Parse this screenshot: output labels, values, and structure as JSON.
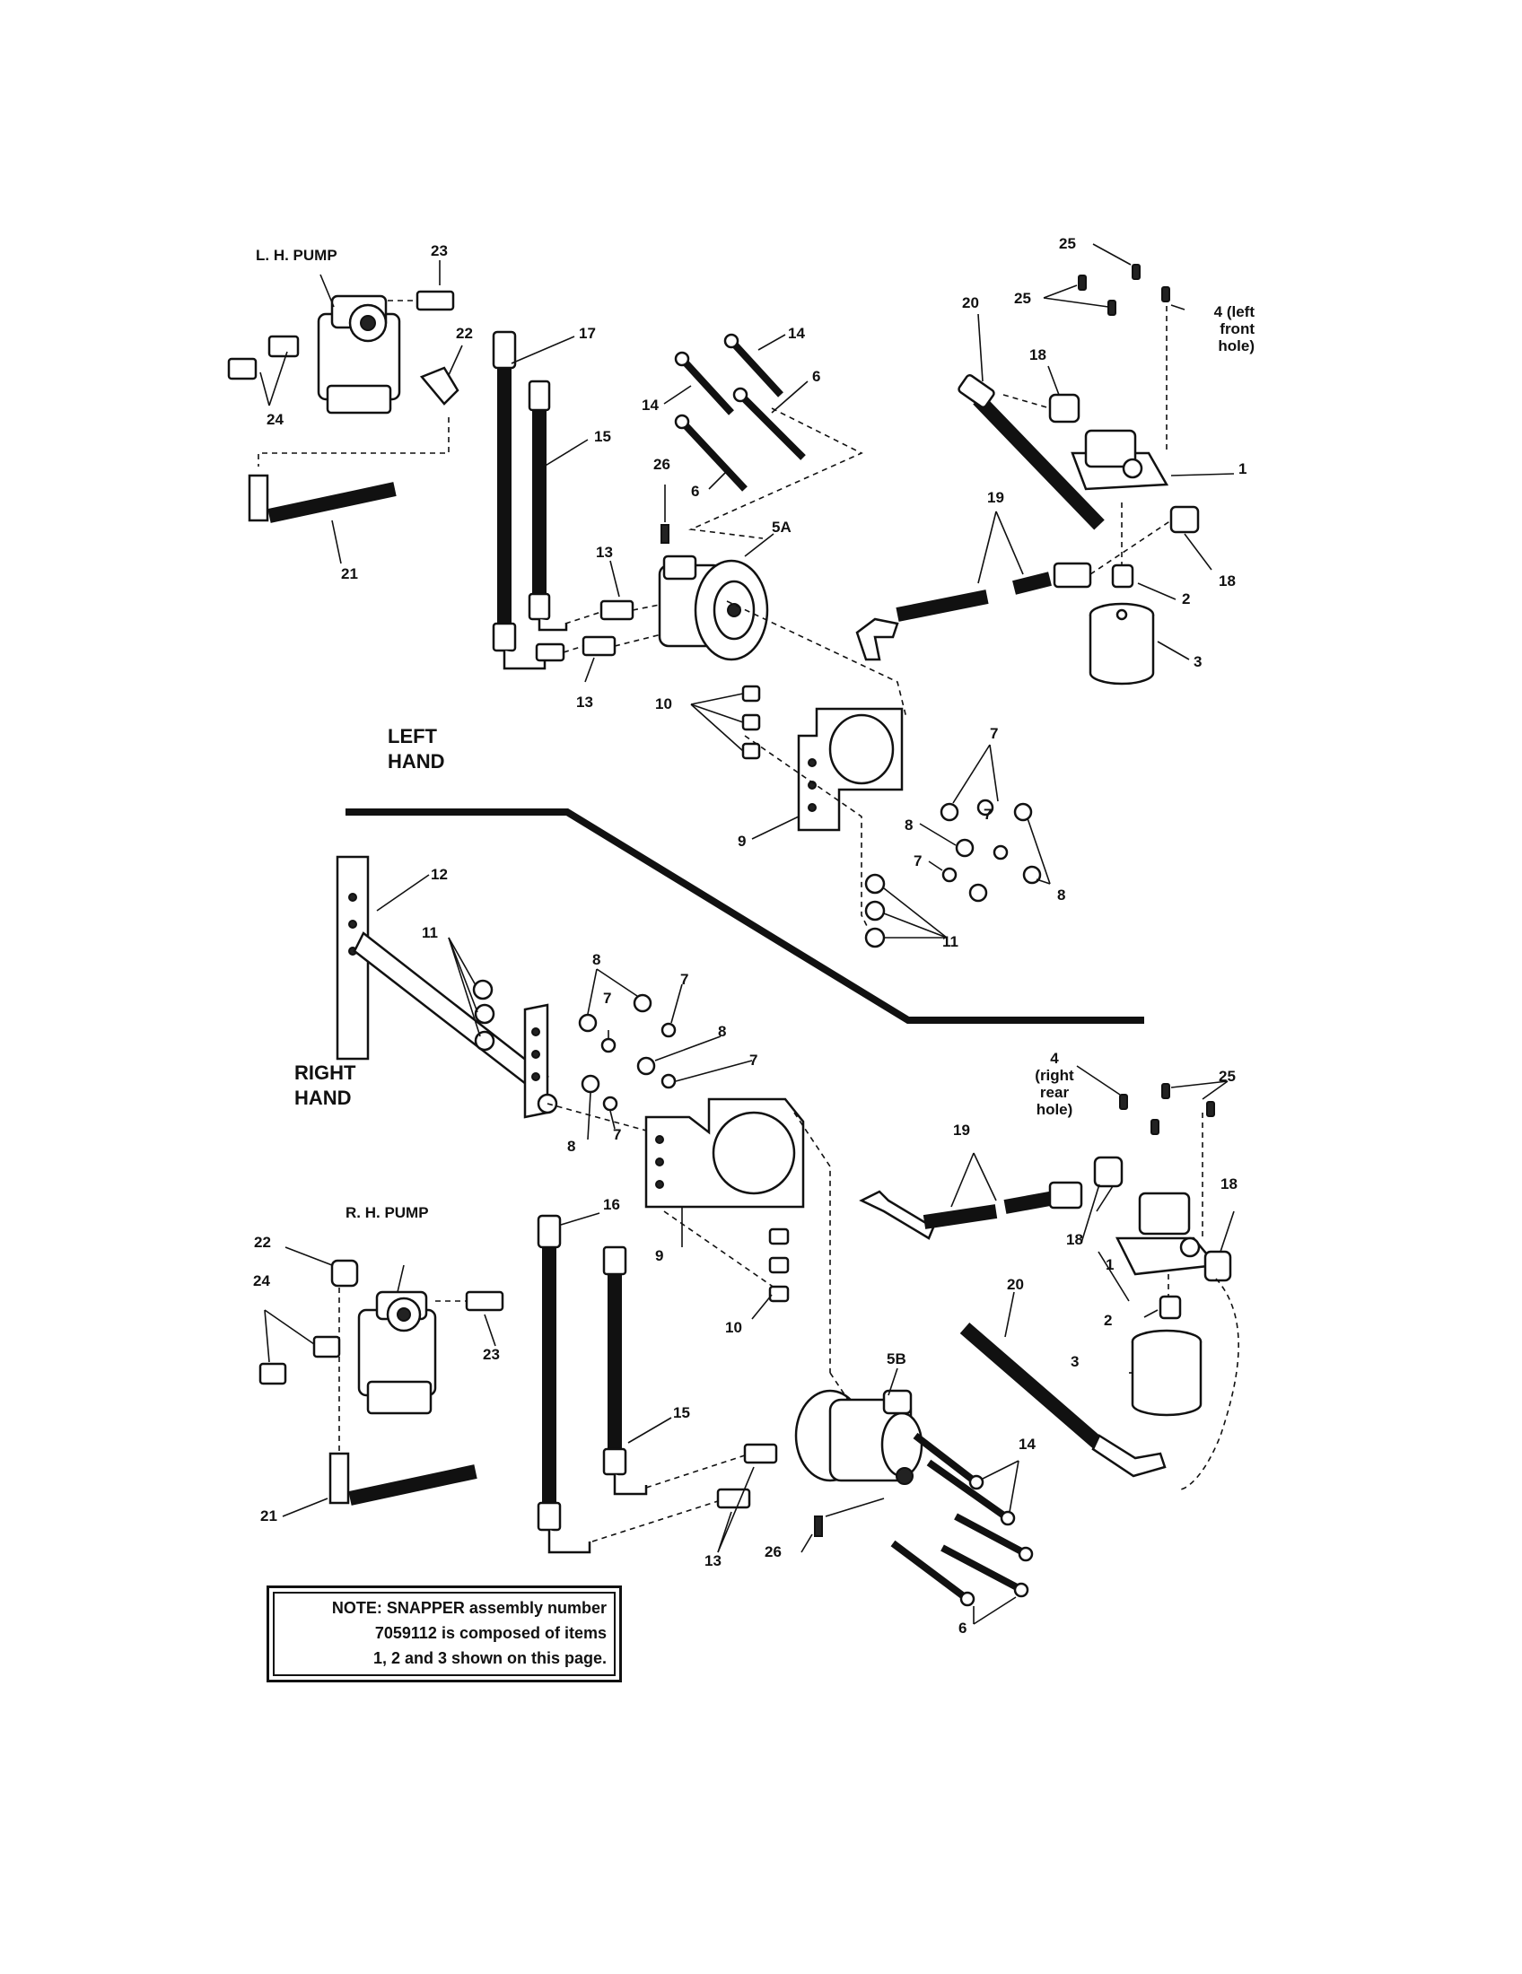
{
  "sections": {
    "left_hand": "LEFT\nHAND",
    "right_hand": "RIGHT\nHAND"
  },
  "labels": {
    "lh_pump": "L. H. PUMP",
    "rh_pump": "R. H. PUMP",
    "n1": "1",
    "n2": "2",
    "n3": "3",
    "n4_left": "4 (left\nfront\nhole)",
    "n4_right": "4\n(right\nrear\nhole)",
    "n5A": "5A",
    "n5B": "5B",
    "n6": "6",
    "n7": "7",
    "n8": "8",
    "n9": "9",
    "n10": "10",
    "n11": "11",
    "n12": "12",
    "n13": "13",
    "n14": "14",
    "n15": "15",
    "n16": "16",
    "n17": "17",
    "n18": "18",
    "n19": "19",
    "n20": "20",
    "n21": "21",
    "n22": "22",
    "n23": "23",
    "n24": "24",
    "n25": "25",
    "n26": "26"
  },
  "note": {
    "line1": "NOTE: SNAPPER assembly number",
    "line2": "7059112 is composed of items",
    "line3": "1, 2 and 3 shown on this page."
  }
}
